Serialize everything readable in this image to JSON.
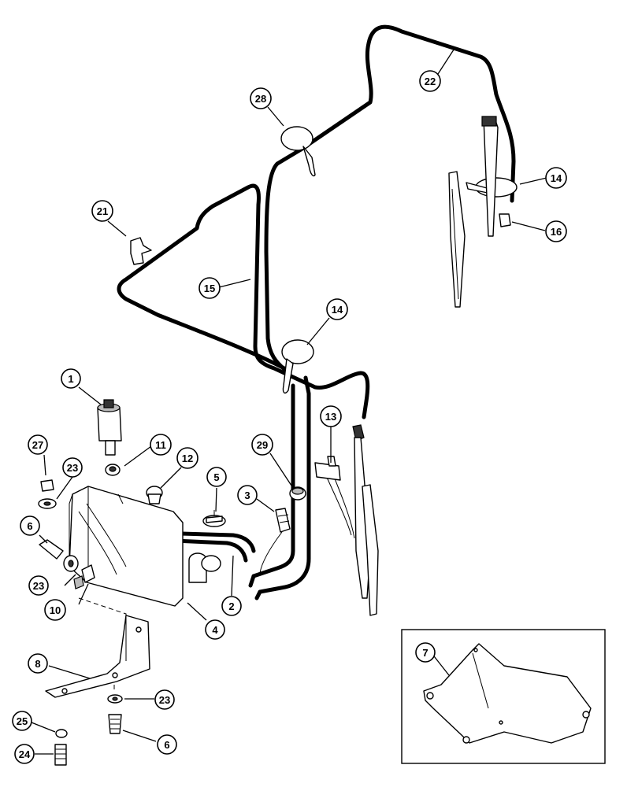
{
  "diagram": {
    "callouts": [
      {
        "id": "c1",
        "label": "1"
      },
      {
        "id": "c2",
        "label": "2"
      },
      {
        "id": "c3",
        "label": "3"
      },
      {
        "id": "c4",
        "label": "4"
      },
      {
        "id": "c5",
        "label": "5"
      },
      {
        "id": "c6a",
        "label": "6"
      },
      {
        "id": "c6b",
        "label": "6"
      },
      {
        "id": "c7",
        "label": "7"
      },
      {
        "id": "c8",
        "label": "8"
      },
      {
        "id": "c10",
        "label": "10"
      },
      {
        "id": "c11",
        "label": "11"
      },
      {
        "id": "c12",
        "label": "12"
      },
      {
        "id": "c13",
        "label": "13"
      },
      {
        "id": "c14a",
        "label": "14"
      },
      {
        "id": "c14b",
        "label": "14"
      },
      {
        "id": "c15",
        "label": "15"
      },
      {
        "id": "c16",
        "label": "16"
      },
      {
        "id": "c21",
        "label": "21"
      },
      {
        "id": "c22",
        "label": "22"
      },
      {
        "id": "c23a",
        "label": "23"
      },
      {
        "id": "c23b",
        "label": "23"
      },
      {
        "id": "c23c",
        "label": "23"
      },
      {
        "id": "c24",
        "label": "24"
      },
      {
        "id": "c25",
        "label": "25"
      },
      {
        "id": "c27",
        "label": "27"
      },
      {
        "id": "c28",
        "label": "28"
      },
      {
        "id": "c29",
        "label": "29"
      }
    ]
  }
}
